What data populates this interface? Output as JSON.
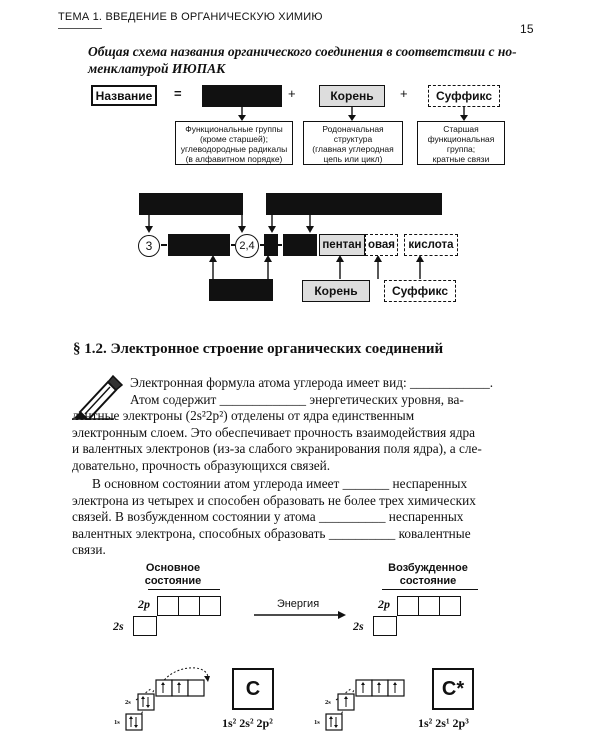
{
  "header": {
    "topic": "ТЕМА 1. ВВЕДЕНИЕ В ОРГАНИЧЕСКУЮ ХИМИЮ",
    "page_number": "15"
  },
  "scheme": {
    "caption_line1": "Общая схема названия органического соединения в соответствии с но-",
    "caption_line2": "менклатурой ИЮПАК",
    "name_box": "Название",
    "equals": "=",
    "plus1": "+",
    "root_box": "Корень",
    "plus2": "+",
    "suffix_box": "Суффикс",
    "desc1": [
      "Функциональные группы",
      "(кроме старшей);",
      "углеводородные радикалы",
      "(в алфавитном порядке)"
    ],
    "desc2": [
      "Родоначальная",
      "структура",
      "(главная углеродная",
      "цепь или цикл)"
    ],
    "desc3": [
      "Старшая",
      "функциональная",
      "группа;",
      "кратные связи"
    ]
  },
  "example": {
    "num1": "3",
    "num2": "2,4",
    "part_pentan": "пентан",
    "part_ovaya": "овая",
    "part_acid": "кислота",
    "root_label": "Корень",
    "suffix_label": "Суффикс"
  },
  "section": {
    "title": "§ 1.2. Электронное строение органических соединений",
    "para1": [
      "Электронная формула атома углерода имеет вид: ____________.",
      "Атом содержит _____________ энергетических уровня, ва-",
      "лентные электроны (2s²2p²) отделены от ядра единственным",
      "электронным слоем. Это обеспечивает прочность взаимодействия ядра",
      "и валентных электронов (из-за слабого экранирования поля ядра), а сле-",
      "довательно, прочность образующихся связей."
    ],
    "para2": [
      "В основном состоянии атом углерода имеет _______ неспаренных",
      "электрона из четырех и способен образовать не более трех химических",
      "связей. В возбужденном состоянии у атома __________ неспаренных",
      "валентных электрона, способных образовать __________ ковалентные",
      "связи."
    ]
  },
  "orbitals": {
    "ground_label": [
      "Основное",
      "состояние"
    ],
    "excited_label": [
      "Возбужденное",
      "состояние"
    ],
    "energy": "Энергия",
    "label_2p": "2p",
    "label_2s": "2s"
  },
  "bottom": {
    "label_2s": "2s",
    "label_1s": "1s",
    "elem_ground": "C",
    "elem_excited": "C*",
    "config_ground": "1s² 2s² 2p²",
    "config_excited": "1s² 2s¹ 2p³"
  }
}
